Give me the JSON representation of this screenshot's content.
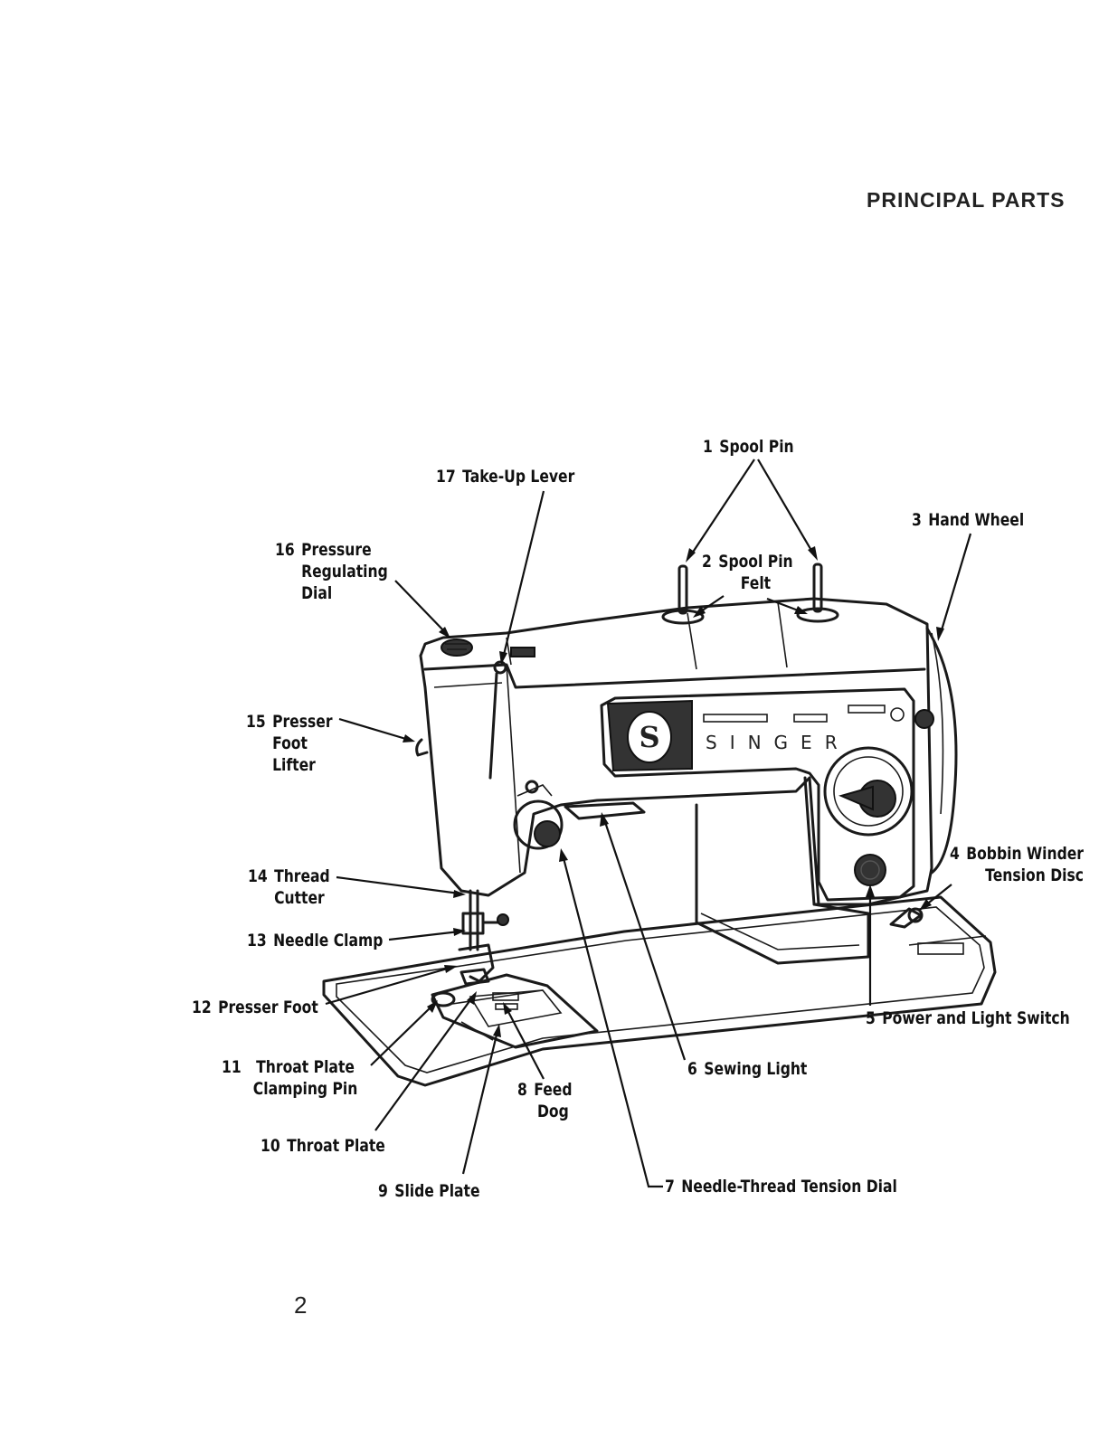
{
  "page": {
    "heading": "PRINCIPAL PARTS",
    "page_number": "2"
  },
  "machine": {
    "brand_text": "SINGER",
    "logo_letter": "S"
  },
  "labels": [
    {
      "id": "spool-pin",
      "number": "1",
      "text": "Spool Pin"
    },
    {
      "id": "spool-pin-felt",
      "number": "2",
      "text": "Spool Pin\nFelt"
    },
    {
      "id": "hand-wheel",
      "number": "3",
      "text": "Hand Wheel"
    },
    {
      "id": "bobbin-winder-tension-disc",
      "number": "4",
      "text": "Bobbin Winder\nTension Disc"
    },
    {
      "id": "power-and-light-switch",
      "number": "5",
      "text": "Power and Light Switch"
    },
    {
      "id": "sewing-light",
      "number": "6",
      "text": "Sewing Light"
    },
    {
      "id": "needle-thread-tension-dial",
      "number": "7",
      "text": "Needle-Thread Tension Dial"
    },
    {
      "id": "feed-dog",
      "number": "8",
      "text": "Feed\nDog"
    },
    {
      "id": "slide-plate",
      "number": "9",
      "text": "Slide Plate"
    },
    {
      "id": "throat-plate",
      "number": "10",
      "text": "Throat Plate"
    },
    {
      "id": "throat-plate-clamping-pin",
      "number": "11",
      "text": "Throat Plate\nClamping Pin"
    },
    {
      "id": "presser-foot",
      "number": "12",
      "text": "Presser Foot"
    },
    {
      "id": "needle-clamp",
      "number": "13",
      "text": "Needle Clamp"
    },
    {
      "id": "thread-cutter",
      "number": "14",
      "text": "Thread\nCutter"
    },
    {
      "id": "presser-foot-lifter",
      "number": "15",
      "text": "Presser\nFoot\nLifter"
    },
    {
      "id": "pressure-regulating-dial",
      "number": "16",
      "text": "Pressure\nRegulating\nDial"
    },
    {
      "id": "take-up-lever",
      "number": "17",
      "text": "Take-Up Lever"
    }
  ]
}
